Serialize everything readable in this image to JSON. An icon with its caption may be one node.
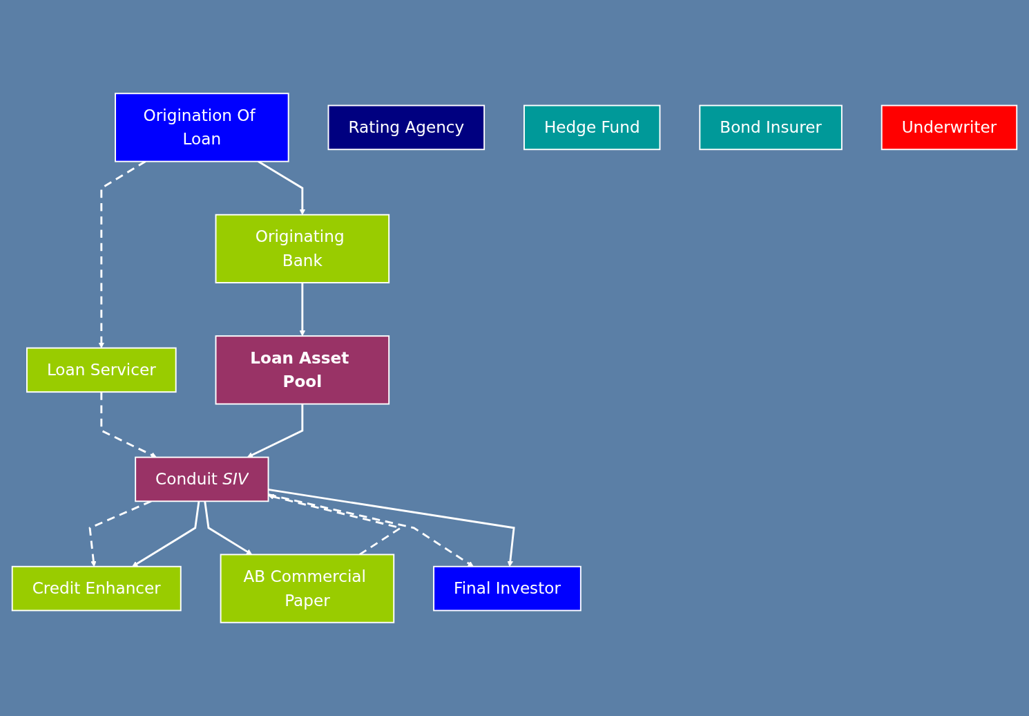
{
  "diagram": {
    "nodes": [
      {
        "text": [
          "Loan Servicer"
        ]
      },
      {
        "text": [
          "Origination Of Loan"
        ]
      },
      {
        "text": [
          "Loan Asset Pool"
        ]
      },
      {
        "text": [
          "Originating Bank"
        ]
      },
      {
        "text": [
          "Rating Agency"
        ]
      },
      {
        "text": [
          "Hedge Fund"
        ]
      },
      {
        "text": [
          "Conduit *SIV*"
        ]
      },
      {
        "text": [
          "Credit Enhancer"
        ]
      },
      {
        "text": [
          "Bond Insurer"
        ]
      },
      {
        "text": [
          "Underwriter"
        ]
      },
      {
        "text": [
          "AB Commercial Paper"
        ]
      },
      {
        "text": [
          "Final Investor"
        ]
      }
    ],
    "edges": [
      {
        "from": 1,
        "to": 0,
        "arrow": "to",
        "style": "dashed"
      },
      {
        "from": 1,
        "to": 3,
        "arrow": "to"
      },
      {
        "from": 0,
        "to": 6,
        "arrow": "to",
        "style": "dashed"
      },
      {
        "from": 3,
        "to": 2,
        "arrow": "to"
      },
      {
        "from": 2,
        "to": 6,
        "arrow": "to"
      },
      {
        "from": 6,
        "to": 7,
        "arrow": "to",
        "style": "dashed"
      },
      {
        "from": 6,
        "to": 7,
        "arrow": "to"
      },
      {
        "from": 10,
        "to": 6,
        "arrow": "to",
        "style": "dashed"
      },
      {
        "from": 6,
        "to": 10,
        "arrow": "to"
      },
      {
        "from": 6,
        "to": 11,
        "arrow": "to",
        "style": "dashed"
      },
      {
        "from": 6,
        "to": 11,
        "arrow": "to"
      }
    ]
  }
}
